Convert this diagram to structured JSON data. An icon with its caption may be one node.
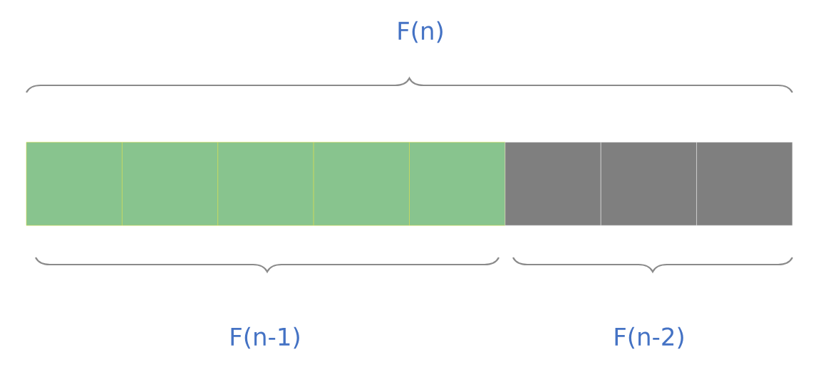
{
  "diagram": {
    "nodes": [
      {
        "text": [],
        "shape": "box"
      },
      {
        "text": [],
        "shape": "box"
      },
      {
        "text": [],
        "shape": "box"
      },
      {
        "text": [],
        "shape": "box"
      },
      {
        "text": [],
        "shape": "box"
      },
      {
        "text": [],
        "shape": "box"
      },
      {
        "text": [],
        "shape": "box"
      },
      {
        "text": [],
        "shape": "box"
      }
    ],
    "labels": [
      "F(n)",
      "F(n-1)",
      "F(n-2)"
    ]
  }
}
